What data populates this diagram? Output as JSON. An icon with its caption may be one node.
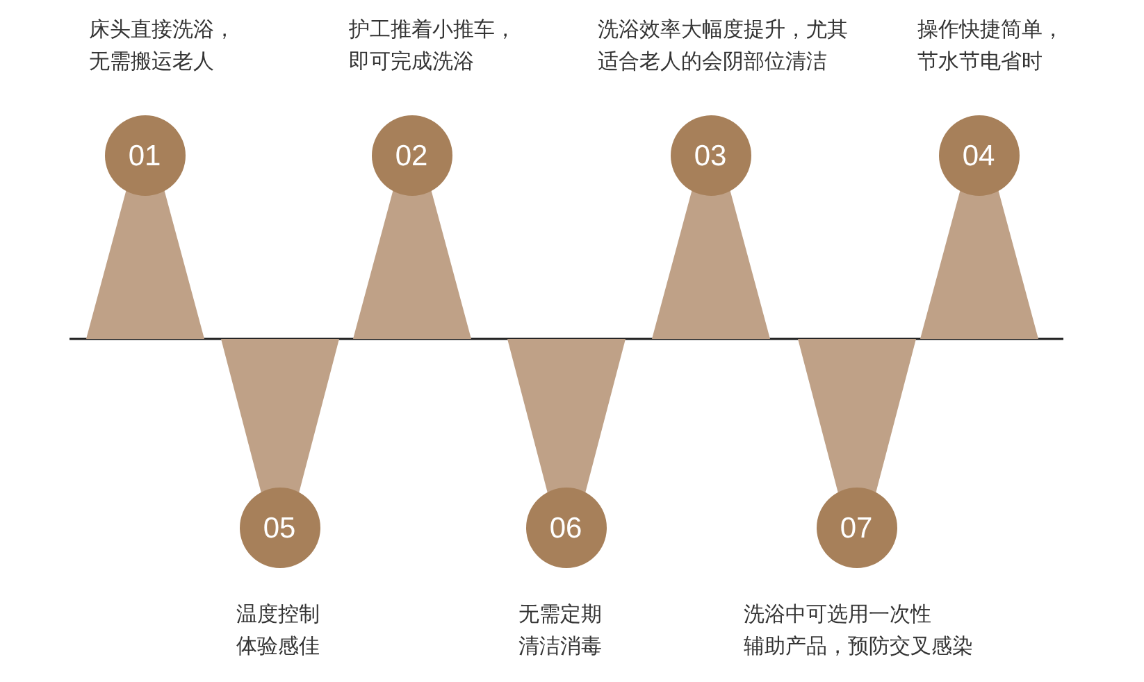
{
  "diagram": {
    "nodes": [
      {
        "text": [
          "01"
        ],
        "beside": [
          "床头直接洗浴，无需搬运老人"
        ]
      },
      {
        "text": [
          "02"
        ],
        "beside": [
          "护工推着小推车，即可完成洗浴"
        ]
      },
      {
        "text": [
          "03"
        ],
        "beside": [
          "洗浴效率大幅度提升，尤其适合老人的会阴部位清洁"
        ]
      },
      {
        "text": [
          "04"
        ],
        "beside": [
          "操作快捷简单，节水节电省时"
        ]
      },
      {
        "text": [
          "05"
        ],
        "beside": [
          "温度控制体验感佳"
        ]
      },
      {
        "text": [
          "06"
        ],
        "beside": [
          "无需定期清洁消毒"
        ]
      },
      {
        "text": [
          "07"
        ],
        "beside": [
          "洗浴中可选用一次性辅助产品，预防交叉感染"
        ]
      }
    ]
  }
}
